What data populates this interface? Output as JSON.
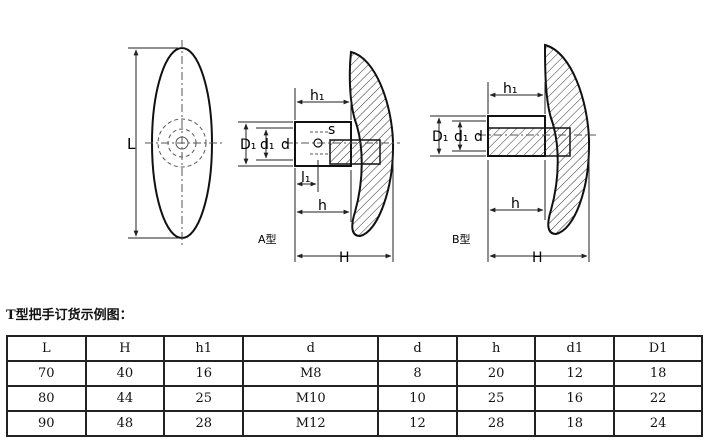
{
  "drawing": {
    "front_view": {
      "dim_L": "L"
    },
    "type_a": {
      "label": "A型",
      "h1": "h₁",
      "D1": "D₁",
      "d1": "d₁",
      "d": "d",
      "s": "s",
      "l1": "l₁",
      "h": "h",
      "H": "H"
    },
    "type_b": {
      "label": "B型",
      "h1": "h₁",
      "D1": "D₁",
      "d1": "d₁",
      "d": "d",
      "h": "h",
      "H": "H"
    }
  },
  "order_title": "T型把手订货示例图：",
  "table": {
    "headers": [
      "L",
      "H",
      "h1",
      "d",
      "d",
      "h",
      "d1",
      "D1"
    ],
    "rows": [
      [
        "70",
        "40",
        "16",
        "M8",
        "8",
        "20",
        "12",
        "18"
      ],
      [
        "80",
        "44",
        "25",
        "M10",
        "10",
        "25",
        "16",
        "22"
      ],
      [
        "90",
        "48",
        "28",
        "M12",
        "12",
        "28",
        "18",
        "24"
      ]
    ]
  }
}
